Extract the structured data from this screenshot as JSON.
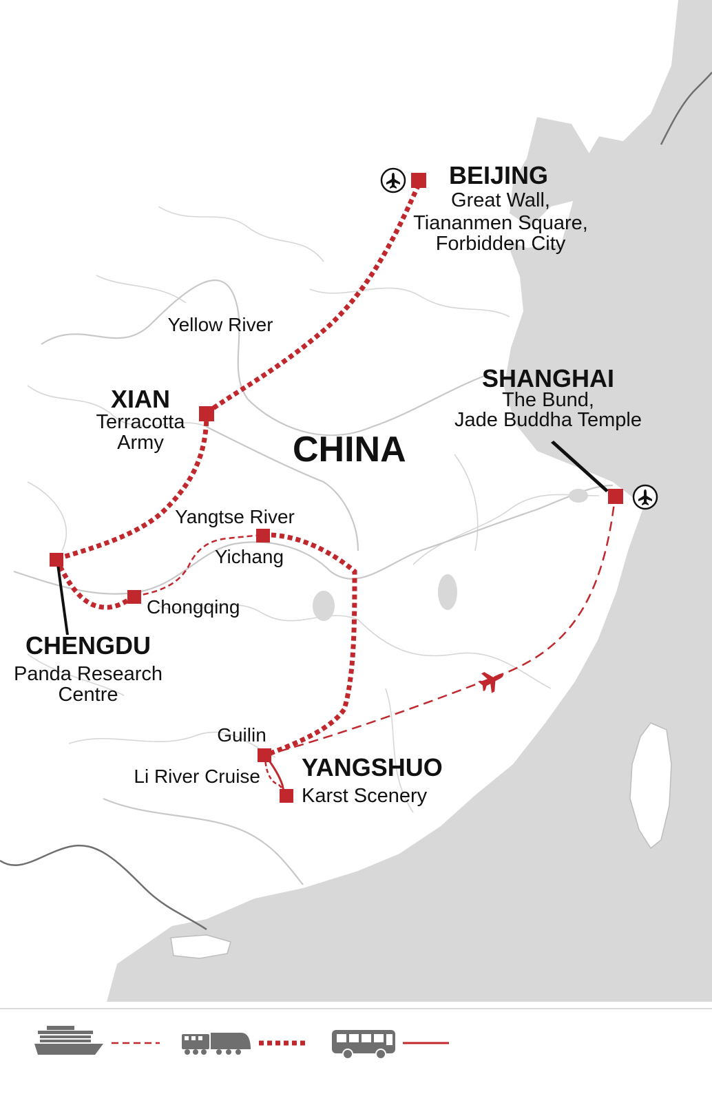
{
  "colors": {
    "route": "#c0282d",
    "sea": "#d8d8d8",
    "land": "#ffffff",
    "river": "#cfcfcf",
    "text": "#111111",
    "icon": "#6f6f6f"
  },
  "country": "CHINA",
  "cities": {
    "beijing": {
      "name": "BEIJING",
      "desc": [
        "Great Wall,",
        "Tiananmen Square,",
        "Forbidden City"
      ]
    },
    "xian": {
      "name": "XIAN",
      "desc": [
        "Terracotta",
        "Army"
      ]
    },
    "shanghai": {
      "name": "SHANGHAI",
      "desc": [
        "The Bund,",
        "Jade Buddha Temple"
      ]
    },
    "chengdu": {
      "name": "CHENGDU",
      "desc": [
        "Panda Research",
        "Centre"
      ]
    },
    "yangshuo": {
      "name": "YANGSHUO",
      "desc": [
        "Karst Scenery"
      ]
    }
  },
  "places": {
    "yellow_river": "Yellow River",
    "yangtse_river": "Yangtse River",
    "yichang": "Yichang",
    "chongqing": "Chongqing",
    "guilin": "Guilin",
    "li_river": "Li River Cruise"
  },
  "icons": {
    "airport": "airplane-in-circle-icon",
    "flight": "airplane-icon",
    "boat": "boat-icon",
    "train": "train-icon",
    "bus": "bus-icon"
  },
  "legend": [
    {
      "icon": "boat-icon",
      "mode": "boat",
      "line": "dashed"
    },
    {
      "icon": "train-icon",
      "mode": "train",
      "line": "thick-dotted"
    },
    {
      "icon": "bus-icon",
      "mode": "bus",
      "line": "solid"
    }
  ]
}
